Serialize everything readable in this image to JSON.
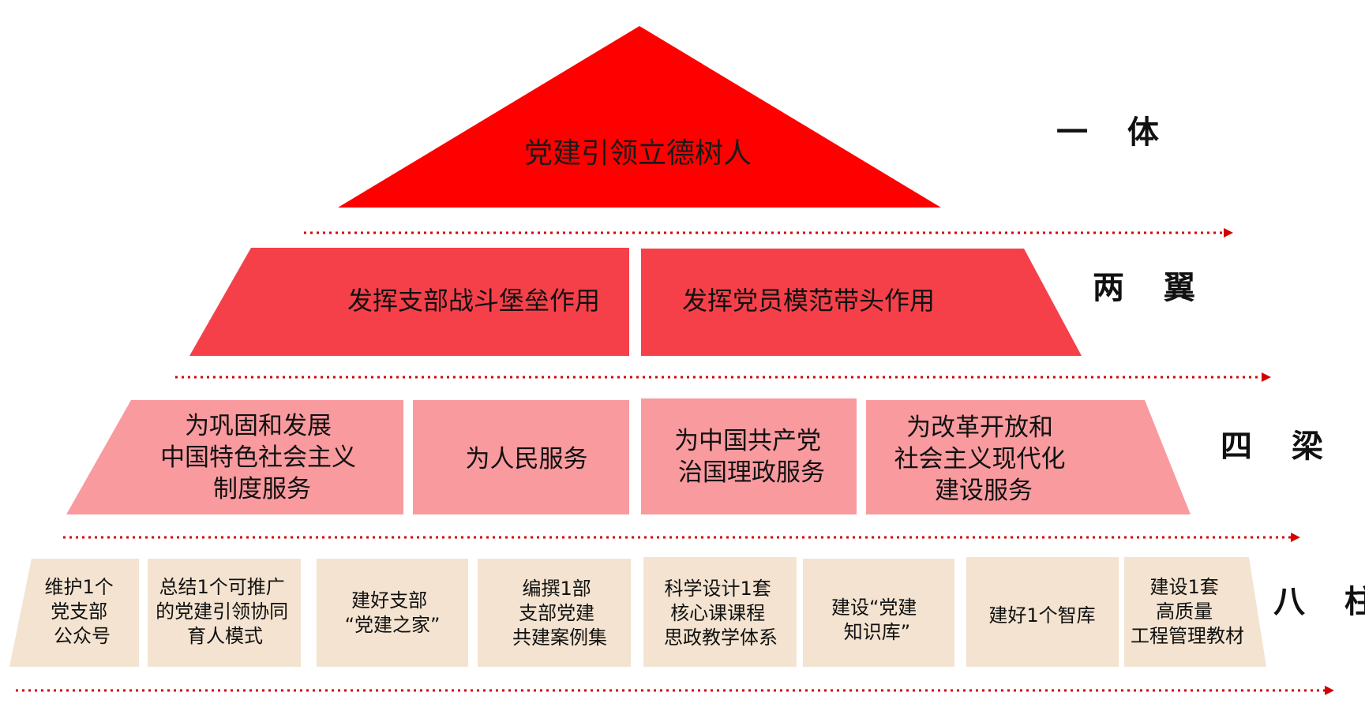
{
  "colors": {
    "tier1": "#ff0000",
    "tier2": "#f5404a",
    "tier3": "#f99a9f",
    "tier4": "#f3e3d0",
    "arrow": "#d40000"
  },
  "tier1": {
    "level": "一 体",
    "blocks": [
      {
        "lines": [
          "党建引领立德树人"
        ]
      }
    ]
  },
  "tier2": {
    "level": "两 翼",
    "blocks": [
      {
        "lines": [
          "发挥支部战斗堡垒作用"
        ]
      },
      {
        "lines": [
          "发挥党员模范带头作用"
        ]
      }
    ]
  },
  "tier3": {
    "level": "四 梁",
    "blocks": [
      {
        "lines": [
          "为巩固和发展",
          "中国特色社会主义",
          "制度服务"
        ]
      },
      {
        "lines": [
          "为人民服务"
        ]
      },
      {
        "lines": [
          "为中国共产党",
          "治国理政服务"
        ]
      },
      {
        "lines": [
          "为改革开放和",
          "社会主义现代化",
          "建设服务"
        ]
      }
    ]
  },
  "tier4": {
    "level": "八 柱",
    "blocks": [
      {
        "lines": [
          "维护1个",
          "党支部",
          "公众号"
        ]
      },
      {
        "lines": [
          "总结1个可推广",
          "的党建引领协同",
          "育人模式"
        ]
      },
      {
        "lines": [
          "建好支部",
          "“党建之家”"
        ]
      },
      {
        "lines": [
          "编撰1部",
          "支部党建",
          "共建案例集"
        ]
      },
      {
        "lines": [
          "科学设计1套",
          "核心课课程",
          "思政教学体系"
        ]
      },
      {
        "lines": [
          "建设“党建",
          "知识库”"
        ]
      },
      {
        "lines": [
          "建好1个智库"
        ]
      },
      {
        "lines": [
          "建设1套",
          "高质量",
          "工程管理教材"
        ]
      }
    ]
  }
}
